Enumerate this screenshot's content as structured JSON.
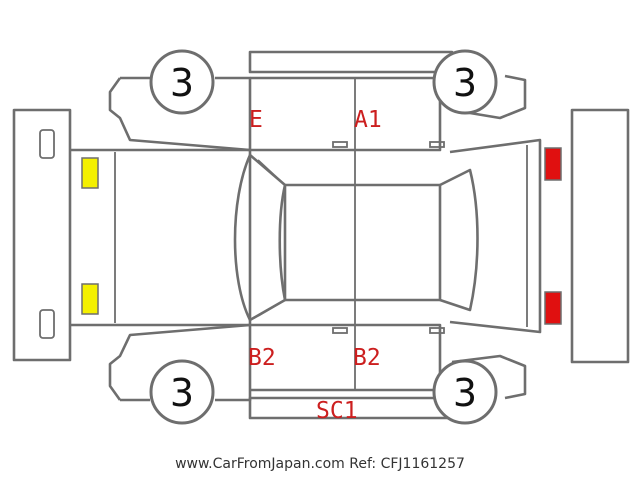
{
  "diagram": {
    "wheels": {
      "front_left": "3",
      "rear_left": "3",
      "front_right": "3",
      "rear_right": "3"
    },
    "damage_marks": {
      "front_door_upper": "E",
      "rear_door_upper": "A1",
      "front_door_lower": "B2",
      "rear_door_lower": "B2",
      "rocker_lower": "SC1"
    },
    "lamp_colors": {
      "front": "#f4f000",
      "rear": "#e01010"
    }
  },
  "footer": {
    "watermark": "www.CarFromJapan.com Ref: CFJ1161257"
  }
}
